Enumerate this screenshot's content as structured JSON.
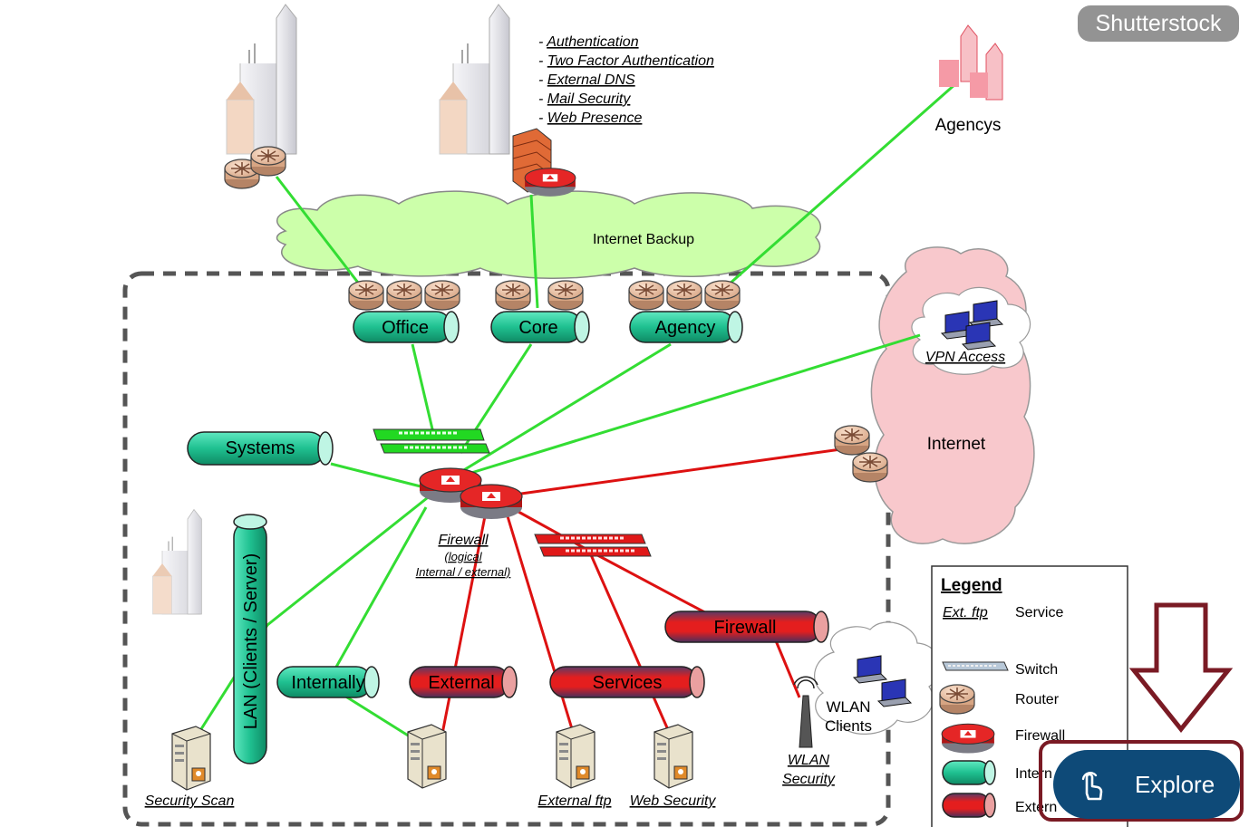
{
  "watermark": "Shutterstock",
  "service_list": [
    "Authentication",
    "Two Factor Authentication",
    "External DNS",
    "Mail Security",
    "Web Presence"
  ],
  "labels": {
    "agencys": "Agencys",
    "internet_backup": "Internet Backup",
    "internet": "Internet",
    "vpn_access": "VPN Access",
    "firewall_logical": "Firewall",
    "firewall_logical_sub1": "(logical",
    "firewall_logical_sub2": "Internal / external)",
    "wlan_clients_1": "WLAN",
    "wlan_clients_2": "Clients",
    "wlan_security_1": "WLAN",
    "wlan_security_2": "Security",
    "security_scan": "Security Scan",
    "external_ftp": "External ftp",
    "web_security": "Web Security"
  },
  "pipes": {
    "office": "Office",
    "core": "Core",
    "agency": "Agency",
    "systems": "Systems",
    "lan": "LAN (Clients / Server)",
    "internally": "Internally",
    "external": "External",
    "services": "Services",
    "firewall": "Firewall"
  },
  "legend": {
    "title": "Legend",
    "service_sample": "Ext. ftp",
    "service": "Service",
    "switch": "Switch",
    "router": "Router",
    "firewall": "Firewall",
    "internal": "Intern",
    "external": "Extern"
  },
  "explore": {
    "label": "Explore"
  },
  "colors": {
    "green_link": "#33dd33",
    "red_link": "#dd1111",
    "teal_pipe": "#2fd0a0",
    "red_pipe": "#e11f1f",
    "backup_cloud": "#ccffaa",
    "internet_cloud": "#f8c8cc",
    "explore_bg": "#0e4a78",
    "frame": "#7a1a24"
  },
  "icons": [
    "router-icon",
    "firewall-icon",
    "switch-icon",
    "server-icon",
    "laptop-icon",
    "building-icon",
    "brick-wall-icon",
    "antenna-icon",
    "hand-tap-icon",
    "down-arrow-icon"
  ]
}
